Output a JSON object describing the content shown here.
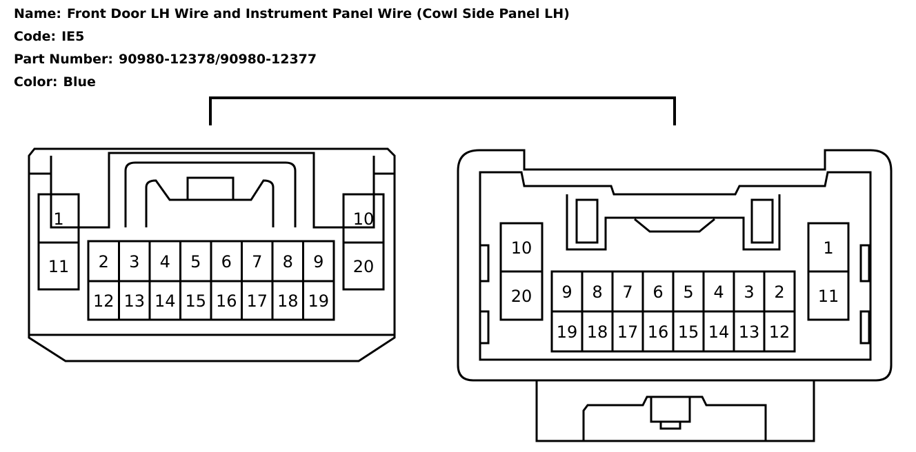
{
  "info": {
    "name_label": "Name:",
    "name": "Front Door LH Wire and Instrument Panel Wire (Cowl Side Panel LH)",
    "code_label": "Code:",
    "code": "IE5",
    "part_label": "Part Number:",
    "part_number": "90980-12378/90980-12377",
    "color_label": "Color:",
    "color": "Blue"
  },
  "left_connector": {
    "outer_top": [
      "1",
      "11"
    ],
    "outer_right": [
      "10",
      "20"
    ],
    "top_row": [
      "2",
      "3",
      "4",
      "5",
      "6",
      "7",
      "8",
      "9"
    ],
    "bottom_row": [
      "12",
      "13",
      "14",
      "15",
      "16",
      "17",
      "18",
      "19"
    ]
  },
  "right_connector": {
    "outer_left": [
      "10",
      "20"
    ],
    "outer_right": [
      "1",
      "11"
    ],
    "top_row": [
      "9",
      "8",
      "7",
      "6",
      "5",
      "4",
      "3",
      "2"
    ],
    "bottom_row": [
      "19",
      "18",
      "17",
      "16",
      "15",
      "14",
      "13",
      "12"
    ]
  }
}
